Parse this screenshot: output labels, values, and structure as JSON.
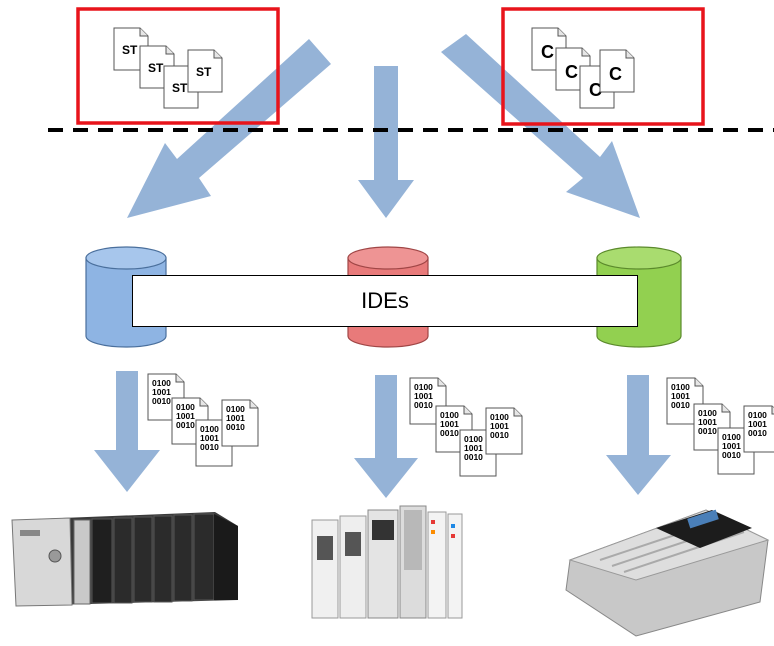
{
  "diagram": {
    "ides_label": "IDEs",
    "source_groups": {
      "st": {
        "doc_labels": [
          "ST",
          "ST",
          "ST",
          "ST"
        ]
      },
      "c": {
        "doc_labels": [
          "C",
          "C",
          "C",
          "C"
        ]
      }
    },
    "binary_lines": [
      "0100",
      "1001",
      "0010"
    ],
    "colors": {
      "arrow": "#95b3d7",
      "highlight_box": "#e8141b",
      "db_blue": "#8eb4e3",
      "db_red": "#e87a7a",
      "db_green": "#92d050"
    }
  }
}
